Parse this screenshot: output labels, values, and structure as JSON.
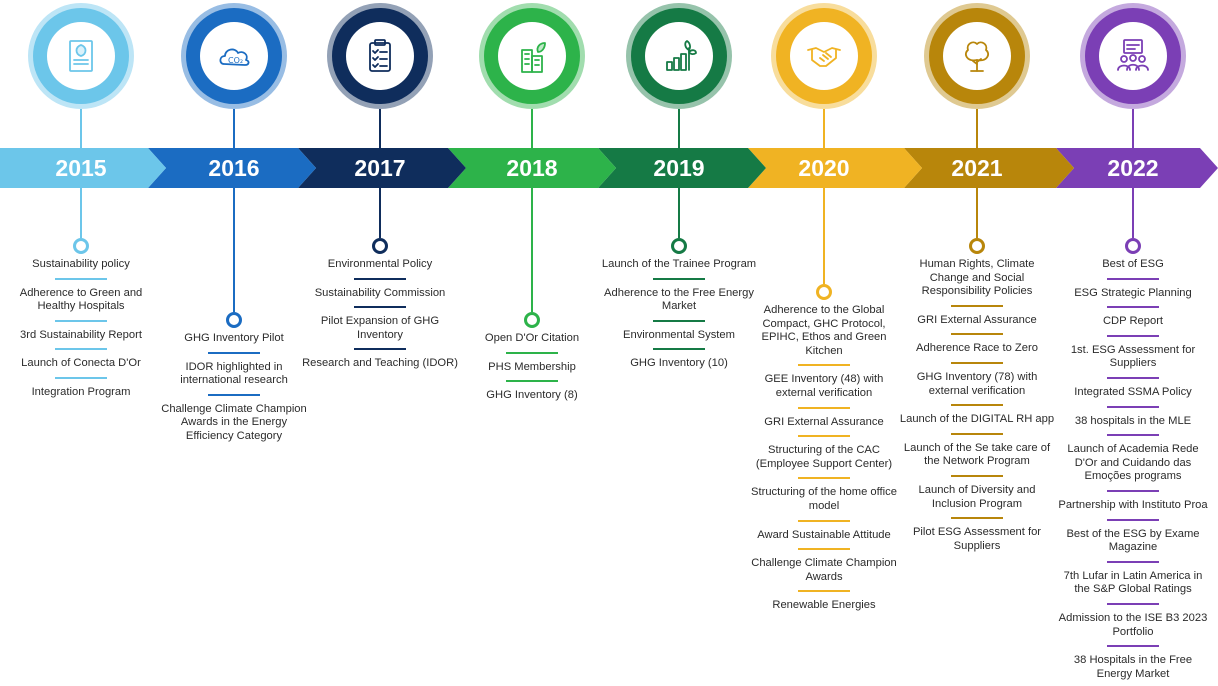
{
  "timeline": [
    {
      "year": "2015",
      "icon": "document-leaf-icon",
      "color": "#6cc6ea",
      "items": [
        "Sustainability policy",
        "Adherence to Green and Healthy Hospitals",
        "3rd Sustainability Report",
        "Launch of Conecta D'Or",
        "Integration Program"
      ]
    },
    {
      "year": "2016",
      "icon": "cloud-co2-icon",
      "color": "#1b6cc2",
      "items": [
        "GHG Inventory Pilot",
        "IDOR highlighted in international research",
        "Challenge Climate Champion Awards in the Energy Efficiency Category"
      ]
    },
    {
      "year": "2017",
      "icon": "clipboard-checklist-icon",
      "color": "#0f2d5c",
      "items": [
        "Environmental Policy",
        "Sustainability Commission",
        "Pilot Expansion of GHG Inventory",
        "Research and Teaching (IDOR)"
      ]
    },
    {
      "year": "2018",
      "icon": "green-building-icon",
      "color": "#2db34a",
      "items": [
        "Open D'Or Citation",
        "PHS Membership",
        "GHG Inventory (8)"
      ]
    },
    {
      "year": "2019",
      "icon": "growth-chart-icon",
      "color": "#157a45",
      "items": [
        "Launch of the Trainee Program",
        "Adherence to the Free Energy Market",
        "Environmental System",
        "GHG Inventory (10)"
      ]
    },
    {
      "year": "2020",
      "icon": "handshake-icon",
      "color": "#f0b323",
      "items": [
        "Adherence to the Global Compact, GHC Protocol, EPIHC, Ethos and Green Kitchen",
        "GEE Inventory (48) with external verification",
        "GRI External Assurance",
        "Structuring of the CAC (Employee Support Center)",
        "Structuring of the home office model",
        "Award Sustainable Attitude",
        "Challenge Climate Champion Awards",
        "Renewable Energies"
      ]
    },
    {
      "year": "2021",
      "icon": "tree-icon",
      "color": "#b8860b",
      "items": [
        "Human Rights, Climate Change and Social Responsibility Policies",
        "GRI External Assurance",
        "Adherence Race to Zero",
        "GHG Inventory (78) with external verification",
        "Launch of the DIGITAL RH app",
        "Launch of the Se take care of the Network Program",
        "Launch of Diversity and Inclusion Program",
        "Pilot ESG Assessment for Suppliers"
      ]
    },
    {
      "year": "2022",
      "icon": "people-presentation-icon",
      "color": "#7b3fb5",
      "items": [
        "Best of ESG",
        "ESG Strategic Planning",
        "CDP Report",
        "1st. ESG Assessment for Suppliers",
        "Integrated SSMA Policy",
        "38 hospitals in the MLE",
        "Launch of Academia Rede D'Or and Cuidando das Emoções programs",
        "Partnership with Instituto Proa",
        "Best of the ESG by Exame Magazine",
        "7th Lufar in Latin America in the S&P Global Ratings",
        "Admission to the ISE B3 2023 Portfolio",
        "38 Hospitals in the Free Energy Market"
      ]
    }
  ]
}
